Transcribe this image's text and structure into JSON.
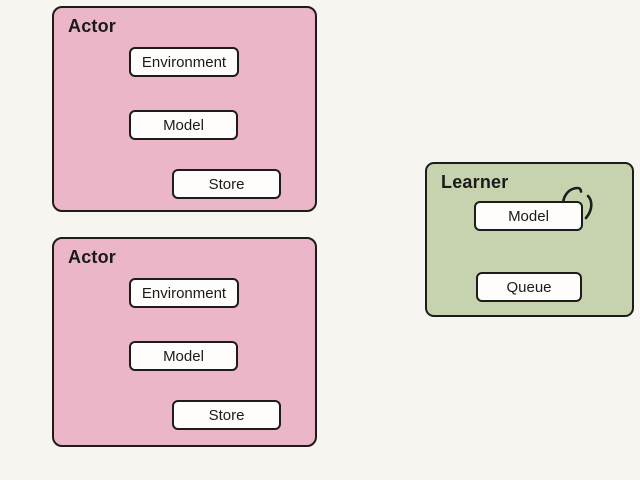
{
  "diagram": {
    "colors": {
      "background": "#f7f5ef",
      "actor_fill": "#ebb6c8",
      "learner_fill": "#c7d3af",
      "node_fill": "#fefdfb",
      "border": "#1c1c1a",
      "text": "#1a1a1a"
    },
    "actors": [
      {
        "title": "Actor",
        "nodes": [
          {
            "label": "Environment"
          },
          {
            "label": "Model"
          },
          {
            "label": "Store"
          }
        ]
      },
      {
        "title": "Actor",
        "nodes": [
          {
            "label": "Environment"
          },
          {
            "label": "Model"
          },
          {
            "label": "Store"
          }
        ]
      }
    ],
    "learner": {
      "title": "Learner",
      "nodes": [
        {
          "label": "Model"
        },
        {
          "label": "Queue"
        }
      ],
      "icons": [
        {
          "name": "self-loop-arrow"
        }
      ]
    }
  }
}
